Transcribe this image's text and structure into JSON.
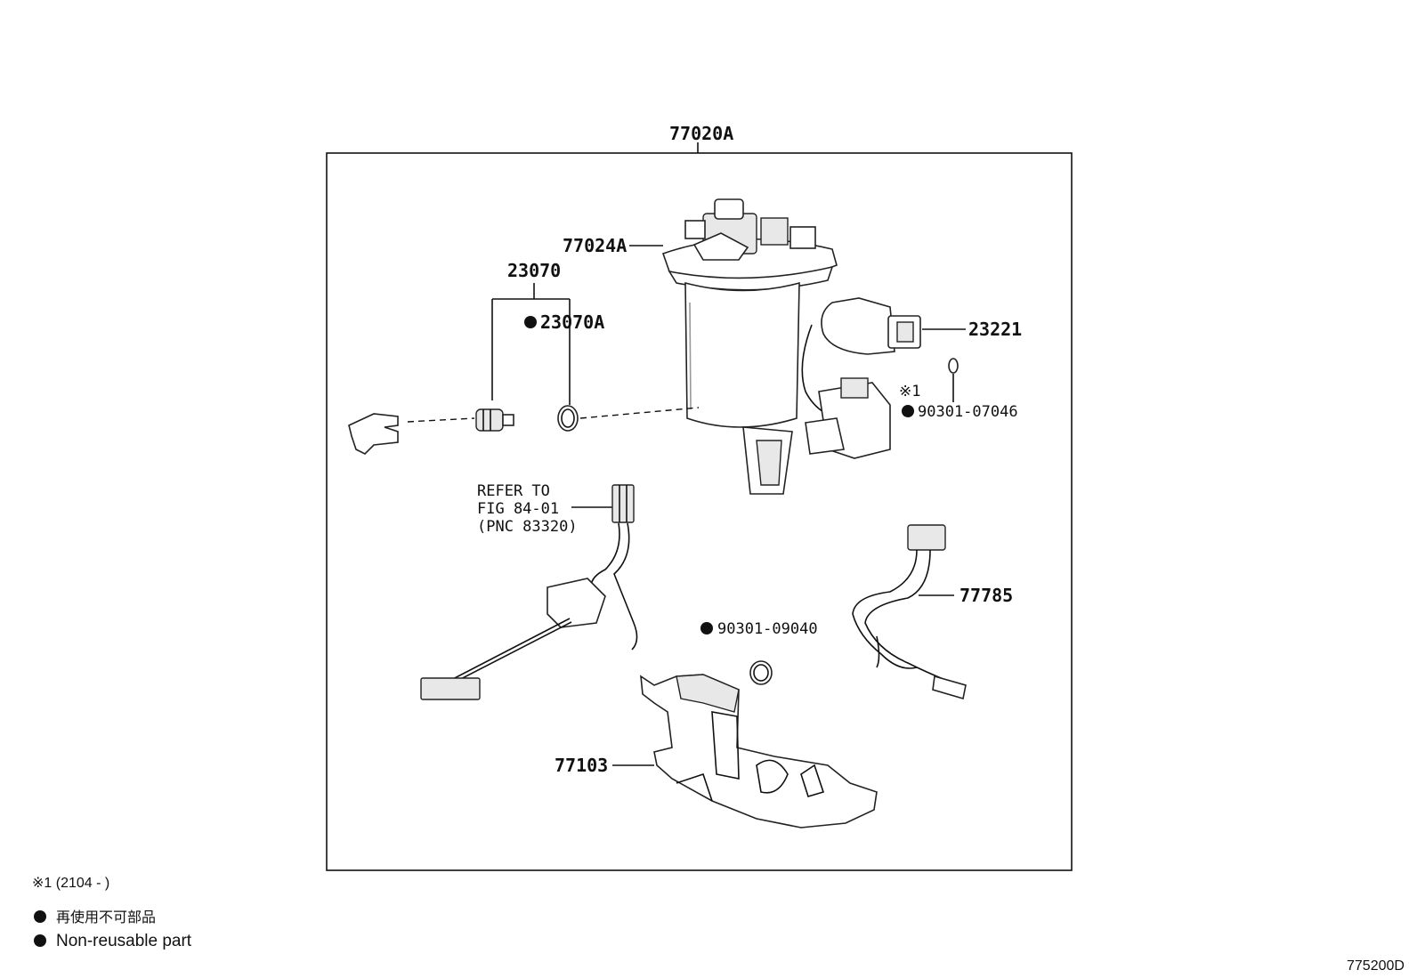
{
  "labels": {
    "assembly": "77020A",
    "flange": "77024A",
    "gauge_group": "23070",
    "gauge_oring": "23070A",
    "pump": "23221",
    "note_mark": "※1",
    "pump_oring": "90301-07046",
    "refer_line1": "REFER TO",
    "refer_line2": "FIG 84-01",
    "refer_line3": "(PNC 83320)",
    "wire_harness": "77785",
    "oring_small": "90301-09040",
    "reservoir": "77103"
  },
  "legend": {
    "note1": "※1 (2104 -       )",
    "non_reusable_jp": "再使用不可部品",
    "non_reusable_en": "Non-reusable part"
  },
  "figure_code": "775200D"
}
